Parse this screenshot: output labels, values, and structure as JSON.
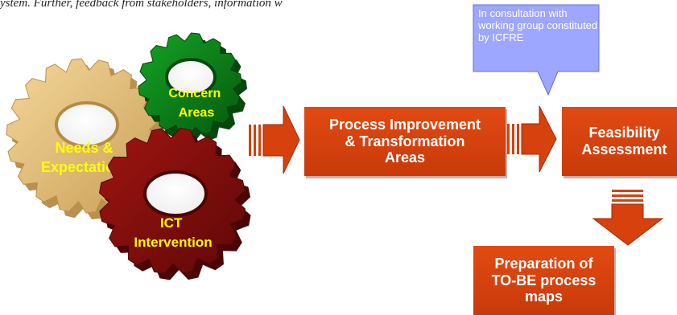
{
  "diagram": {
    "top_fragment_text": "ystem. Further, feedback from stakeholders, information w",
    "gears": [
      {
        "id": "needs",
        "label": "Needs &\nExpectations",
        "color": "#e8c27f"
      },
      {
        "id": "concern",
        "label": "Concern\nAreas",
        "color": "#0c7d18"
      },
      {
        "id": "ict",
        "label": "ICT\nIntervention",
        "color": "#8b0d0b"
      }
    ],
    "boxes": {
      "process": "Process Improvement\n& Transformation\nAreas",
      "feasibility": "Feasibility\nAssessment",
      "preparation": "Preparation of\nTO-BE process\nmaps"
    },
    "callout": {
      "text": "In consultation with\nworking group constituted\nby ICFRE",
      "color": "#9ea7ff"
    },
    "colors": {
      "gear_text": "#ffff00",
      "box_fill": "#d7410d",
      "arrow_fill": "#d7410d"
    }
  }
}
